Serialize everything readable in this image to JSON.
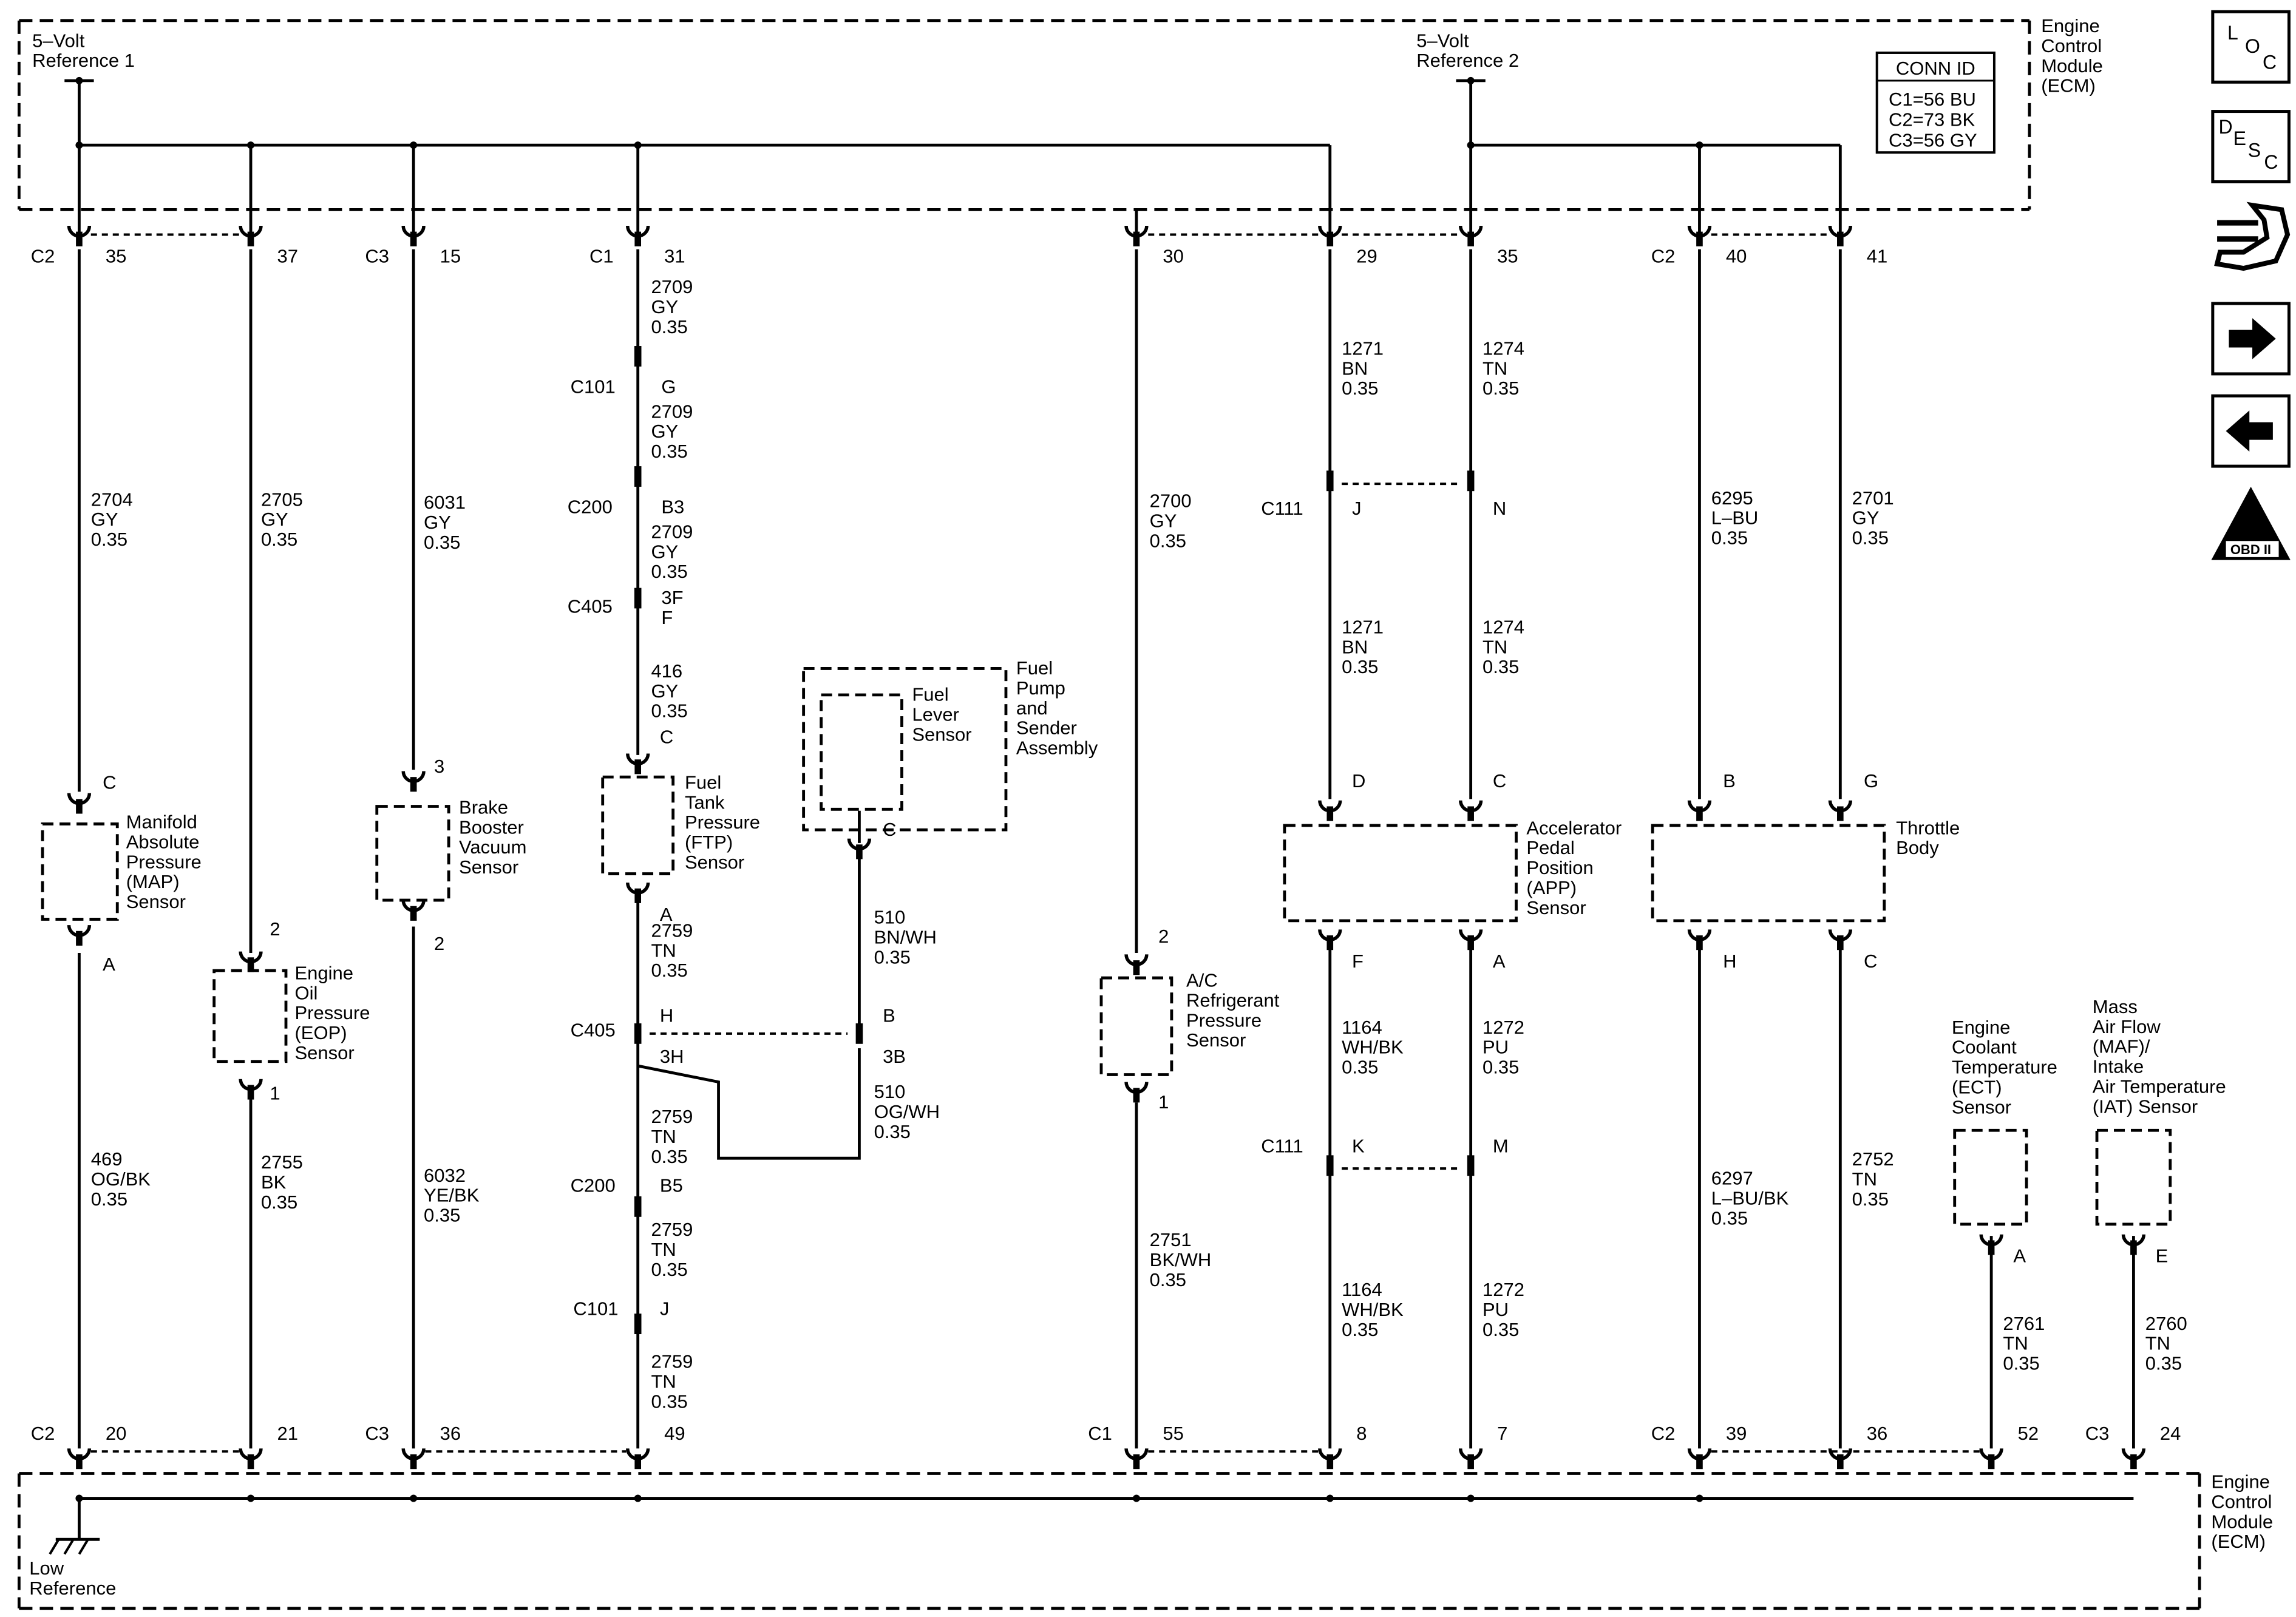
{
  "ecm_top": {
    "label": "Engine\nControl\nModule\n(ECM)"
  },
  "ecm_bottom": {
    "label": "Engine\nControl\nModule\n(ECM)"
  },
  "ref1": "5–Volt\nReference 1",
  "ref2": "5–Volt\nReference 2",
  "low_ref": "Low\nReference",
  "conn_id": {
    "title": "CONN ID",
    "lines": [
      "C1=56 BU",
      "C2=73 BK",
      "C3=56 GY"
    ]
  },
  "top_pins": [
    {
      "conn": "C2",
      "pin": "35"
    },
    {
      "conn": "",
      "pin": "37"
    },
    {
      "conn": "C3",
      "pin": "15"
    },
    {
      "conn": "C1",
      "pin": "31"
    },
    {
      "conn": "",
      "pin": "30"
    },
    {
      "conn": "",
      "pin": "29"
    },
    {
      "conn": "",
      "pin": "35"
    },
    {
      "conn": "C2",
      "pin": "40"
    },
    {
      "conn": "",
      "pin": "41"
    }
  ],
  "bottom_pins": [
    {
      "conn": "C2",
      "pin": "20"
    },
    {
      "conn": "",
      "pin": "21"
    },
    {
      "conn": "C3",
      "pin": "36"
    },
    {
      "conn": "",
      "pin": "49"
    },
    {
      "conn": "C1",
      "pin": "55"
    },
    {
      "conn": "",
      "pin": "8"
    },
    {
      "conn": "",
      "pin": "7"
    },
    {
      "conn": "C2",
      "pin": "39"
    },
    {
      "conn": "",
      "pin": "36"
    },
    {
      "conn": "",
      "pin": "52"
    },
    {
      "conn": "C3",
      "pin": "24"
    }
  ],
  "wire_labels": [
    "2704\nGY\n0.35",
    "2705\nGY\n0.35",
    "6031\nGY\n0.35",
    "2709\nGY\n0.35",
    "2709\nGY\n0.35",
    "2709\nGY\n0.35",
    "416\nGY\n0.35",
    "2700\nGY\n0.35",
    "1271\nBN\n0.35",
    "1274\nTN\n0.35",
    "1271\nBN\n0.35",
    "1274\nTN\n0.35",
    "6295\nL–BU\n0.35",
    "2701\nGY\n0.35",
    "469\nOG/BK\n0.35",
    "2755\nBK\n0.35",
    "6032\nYE/BK\n0.35",
    "2759\nTN\n0.35",
    "2759\nTN\n0.35",
    "2759\nTN\n0.35",
    "2759\nTN\n0.35",
    "510\nBN/WH\n0.35",
    "510\nOG/WH\n0.35",
    "2751\nBK/WH\n0.35",
    "1164\nWH/BK\n0.35",
    "1272\nPU\n0.35",
    "1164\nWH/BK\n0.35",
    "1272\nPU\n0.35",
    "6297\nL–BU/BK\n0.35",
    "2752\nTN\n0.35",
    "2761\nTN\n0.35",
    "2760\nTN\n0.35"
  ],
  "inline_connectors": [
    {
      "name": "C101",
      "pin": "G"
    },
    {
      "name": "C200",
      "pin": "B3"
    },
    {
      "name": "C405",
      "pin": "3F\nF"
    },
    {
      "name": "C405",
      "pin": "H"
    },
    {
      "name": "",
      "pin": "3H"
    },
    {
      "name": "C200",
      "pin": "B5"
    },
    {
      "name": "C101",
      "pin": "J"
    },
    {
      "name": "C111",
      "pin": "J"
    },
    {
      "name": "",
      "pin": "N"
    },
    {
      "name": "C111",
      "pin": "K"
    },
    {
      "name": "",
      "pin": "M"
    },
    {
      "name": "",
      "pin": "B"
    },
    {
      "name": "",
      "pin": "3B"
    }
  ],
  "components": [
    {
      "label": "Manifold\nAbsolute\nPressure\n(MAP)\nSensor",
      "pins": [
        "C",
        "A"
      ]
    },
    {
      "label": "Engine\nOil\nPressure\n(EOP)\nSensor",
      "pins": [
        "2",
        "1"
      ]
    },
    {
      "label": "Brake\nBooster\nVacuum\nSensor",
      "pins": [
        "3",
        "2"
      ]
    },
    {
      "label": "Fuel\nTank\nPressure\n(FTP)\nSensor",
      "pins": [
        "C",
        "A"
      ]
    },
    {
      "label": "Fuel\nPump\nand\nSender\nAssembly",
      "pins": [
        "C"
      ]
    },
    {
      "label": "Fuel\nLever\nSensor",
      "pins": []
    },
    {
      "label": "A/C\nRefrigerant\nPressure\nSensor",
      "pins": [
        "2",
        "1"
      ]
    },
    {
      "label": "Accelerator\nPedal\nPosition\n(APP)\nSensor",
      "pins": [
        "D",
        "C",
        "F",
        "A"
      ]
    },
    {
      "label": "Throttle\nBody",
      "pins": [
        "B",
        "G",
        "H",
        "C"
      ]
    },
    {
      "label": "Engine\nCoolant\nTemperature\n(ECT)\nSensor",
      "pins": [
        "A"
      ]
    },
    {
      "label": "Mass\nAir Flow\n(MAF)/\nIntake\nAir Temperature\n(IAT) Sensor",
      "pins": [
        "E"
      ]
    }
  ],
  "nav_icons": [
    {
      "icon": "loc-icon",
      "text": "LOC"
    },
    {
      "icon": "desc-icon",
      "text": "DESC"
    },
    {
      "icon": "diagnostic-icon",
      "text": ""
    },
    {
      "icon": "arrow-right-icon",
      "text": ""
    },
    {
      "icon": "arrow-left-icon",
      "text": ""
    },
    {
      "icon": "obd-ii-icon",
      "text": "OBD II"
    }
  ]
}
